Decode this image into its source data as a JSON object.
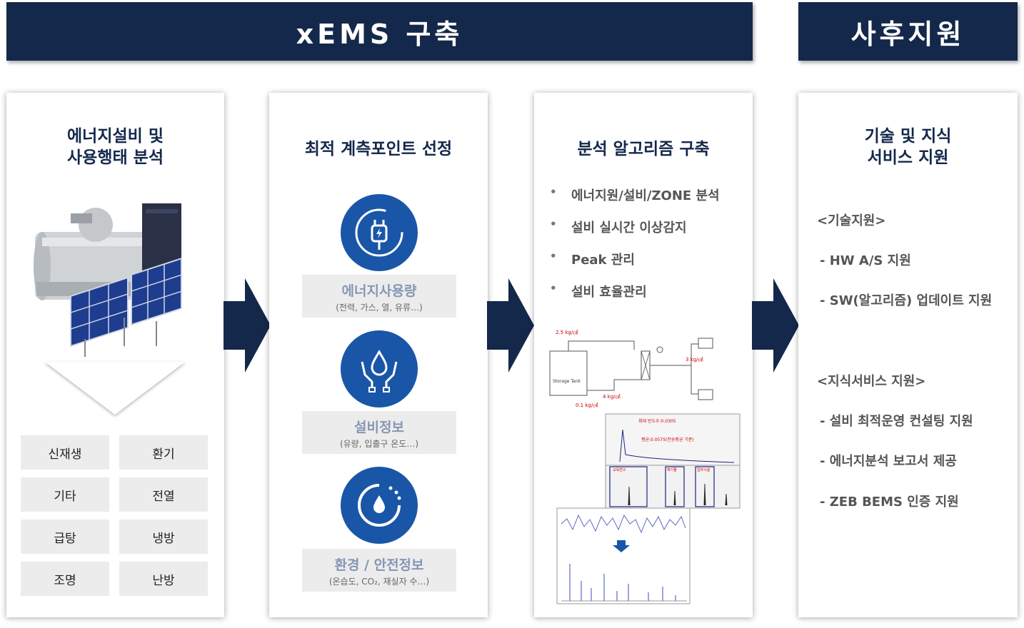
{
  "banners": {
    "xems": "xEMS 구축",
    "after": "사후지원"
  },
  "panel1": {
    "title_line1": "에너지설비 및",
    "title_line2": "사용행태 분석",
    "categories": [
      "신재생",
      "환기",
      "기타",
      "전열",
      "급탕",
      "냉방",
      "조명",
      "난방"
    ]
  },
  "panel2": {
    "title": "최적 계측포인트 선정",
    "items": [
      {
        "icon": "plug-icon",
        "label": "에너지사용량",
        "sub": "(전력, 가스, 열, 유류…)"
      },
      {
        "icon": "hands-water-icon",
        "label": "설비정보",
        "sub": "(유량, 입출구 온도…)"
      },
      {
        "icon": "water-drop-icon",
        "label": "환경 / 안전정보",
        "sub": "(온습도, CO₂, 재실자 수…)"
      }
    ]
  },
  "panel3": {
    "title": "분석 알고리즘 구축",
    "bullets": [
      "에너지원/설비/ZONE 분석",
      "설비 실시간 이상감지",
      "Peak 관리",
      "설비 효율관리"
    ],
    "diagram_labels": {
      "flow1": "2.5 kg/㎠",
      "flow2": "3 kg/㎠",
      "flow3": "4 kg/㎠",
      "flow4": "0.1 kg/㎠",
      "tank": "Storage Tank",
      "chart_stat1": "최대 빈도수:0.0305",
      "chart_stat2": "평균:0.0575(전송평균 기준)",
      "tag1": "교육연구",
      "tag2": "예기물",
      "tag3": "업무시설"
    }
  },
  "panel4": {
    "title_line1": "기술 및 지식",
    "title_line2": "서비스 지원",
    "tech_header": "<기술지원>",
    "tech_items": [
      "- HW A/S 지원",
      "- SW(알고리즘) 업데이트 지원"
    ],
    "knowledge_header": "<지식서비스 지원>",
    "knowledge_items": [
      "- 설비 최적운영 컨설팅 지원",
      "- 에너지분석 보고서 제공",
      "- ZEB BEMS 인증 지원"
    ]
  },
  "colors": {
    "navy": "#14284b",
    "blue": "#1a56a8",
    "label_grey": "#ececec"
  }
}
